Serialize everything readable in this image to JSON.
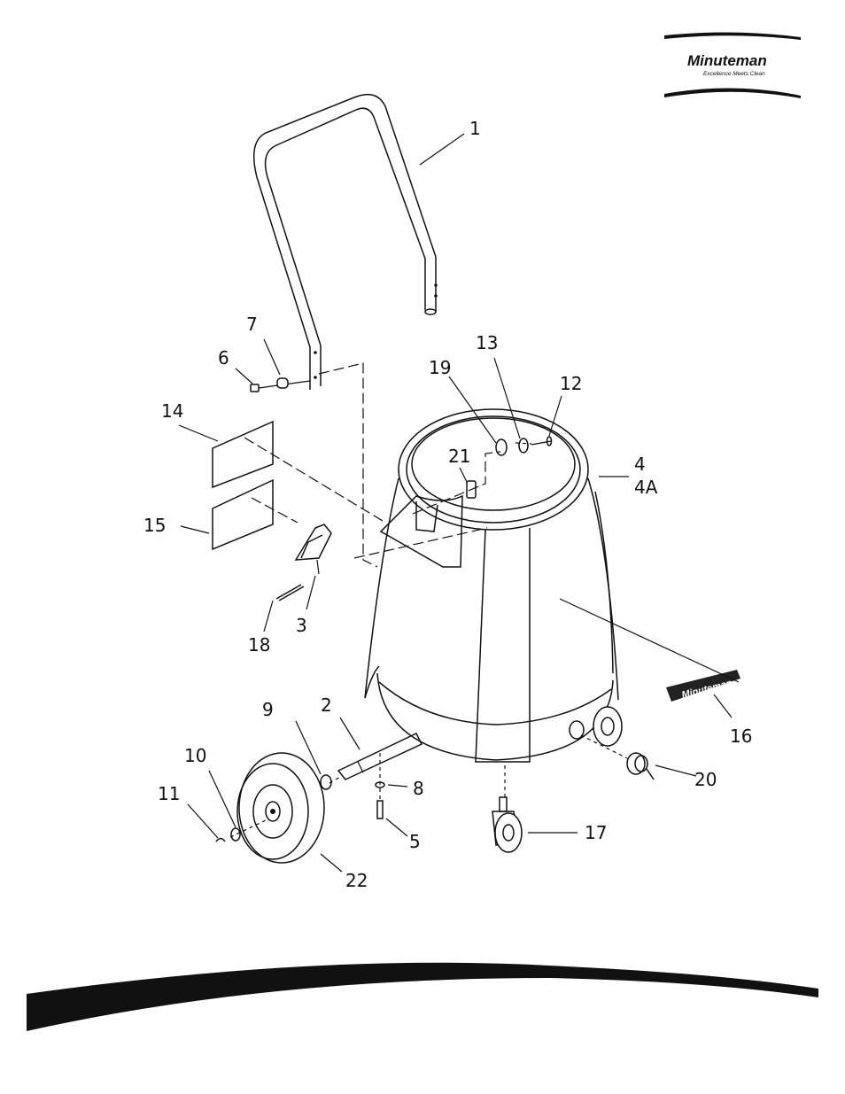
{
  "brand": {
    "logo_text": "Minuteman",
    "tagline": "Excellence Meets Clean",
    "decal_text": "Minuteman"
  },
  "callouts": [
    "1",
    "2",
    "3",
    "4",
    "4A",
    "5",
    "6",
    "7",
    "8",
    "9",
    "10",
    "11",
    "12",
    "13",
    "14",
    "15",
    "16",
    "17",
    "18",
    "19",
    "20",
    "21",
    "22"
  ],
  "colors": {
    "ink": "#111111",
    "paper": "#ffffff"
  }
}
